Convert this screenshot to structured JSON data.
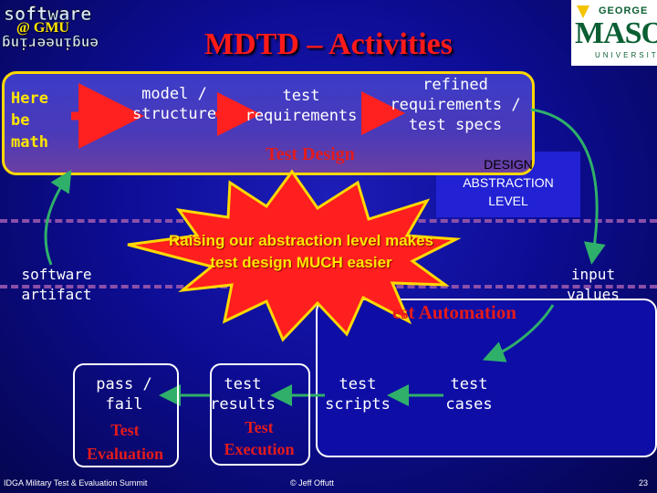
{
  "slide": {
    "title": "MDTD – Activities",
    "page_number": "23"
  },
  "logos": {
    "left": {
      "word1": "software",
      "word2": "engineering",
      "at_gmu": "@ GMU"
    },
    "right": {
      "george": "GEORGE",
      "mason": "MASON",
      "university": "UNIVERSITY"
    }
  },
  "design_group": {
    "here_be_math": [
      "Here",
      "be",
      "math"
    ],
    "model_structure": [
      "model /",
      "structure"
    ],
    "test_requirements": [
      "test",
      "requirements"
    ],
    "refined": [
      "refined",
      "requirements /",
      "test specs"
    ],
    "label": "Test Design",
    "abstraction_label": [
      "DESIGN",
      "ABSTRACTION",
      "LEVEL"
    ]
  },
  "burst": {
    "text_line1": "Raising our abstraction level makes",
    "text_line2": "test design MUCH easier"
  },
  "middle": {
    "software_artifact": [
      "software",
      "artifact"
    ],
    "input_values": [
      "input",
      "values"
    ]
  },
  "automation": {
    "label": "est Automation",
    "test_scripts": [
      "test",
      "scripts"
    ],
    "test_cases": [
      "test",
      "cases"
    ]
  },
  "execution": {
    "test_results": [
      "test",
      "results"
    ],
    "label": [
      "Test",
      "Execution"
    ]
  },
  "evaluation": {
    "pass_fail": [
      "pass /",
      "fail"
    ],
    "label": [
      "Test",
      "Evaluation"
    ]
  },
  "footer": {
    "left": "IDGA Military Test & Evaluation Summit",
    "center": "© Jeff Offutt"
  },
  "colors": {
    "background": "#0d0d96",
    "title": "#ff1a1a",
    "box_border": "#ffd800",
    "burst_fill": "#ff1f1f",
    "burst_text": "#ffe600",
    "arrow_red": "#ff2020",
    "arrow_green": "#2fb06a",
    "dashed_line": "#8a4fa8"
  }
}
